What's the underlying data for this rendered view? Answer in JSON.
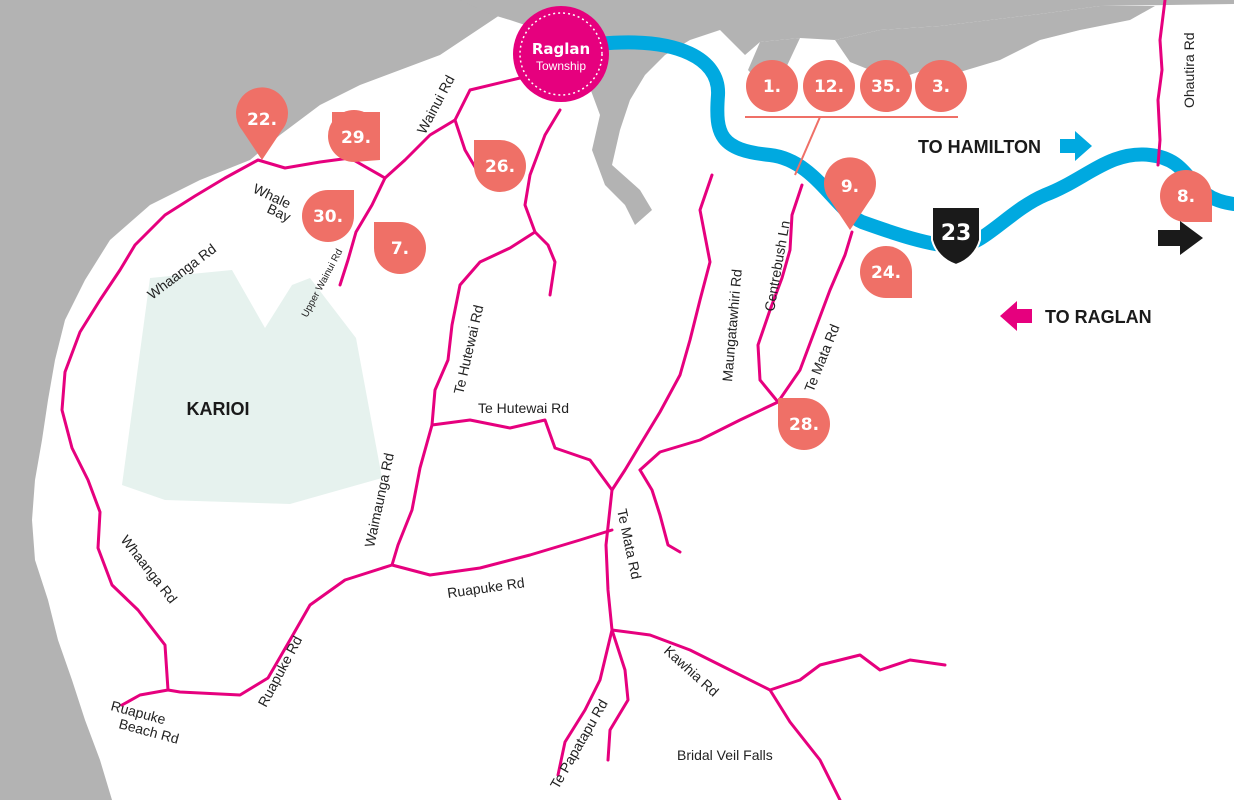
{
  "colors": {
    "sea": "#b3b3b3",
    "land": "#ffffff",
    "road": "#e6007e",
    "highway": "#00a9e0",
    "marker": "#ef7067",
    "park": "#e6f2ee",
    "highway_shield": "#1a1a1a"
  },
  "town": {
    "title": "Raglan",
    "subtitle": "Township"
  },
  "area_label": "KARIOI",
  "highway_number": "23",
  "directions": {
    "to_hamilton": "TO HAMILTON",
    "to_raglan": "TO RAGLAN"
  },
  "markers": {
    "m1": "1.",
    "m12": "12.",
    "m35": "35.",
    "m3": "3.",
    "m22": "22.",
    "m29": "29.",
    "m26": "26.",
    "m30": "30.",
    "m7": "7.",
    "m9": "9.",
    "m24": "24.",
    "m28": "28.",
    "m8": "8."
  },
  "roads": {
    "wainui": "Wainui Rd",
    "whale_bay_1": "Whale",
    "whale_bay_2": "Bay",
    "whaanga_north": "Whaanga Rd",
    "upper_wainui": "Upper Wainui Rd",
    "te_hutewai_v": "Te Hutewai Rd",
    "te_hutewai_h": "Te Hutewai Rd",
    "maungatawhiri": "Maungatawhiri Rd",
    "centrebush": "Centrebush Ln",
    "te_mata_ne": "Te Mata Rd",
    "te_mata_s": "Te Mata Rd",
    "waimaunga": "Waimaunga Rd",
    "whaanga_south": "Whaanga Rd",
    "ruapuke": "Ruapuke Rd",
    "ruapuke_sw": "Ruapuke Rd",
    "ruapuke_beach_1": "Ruapuke",
    "ruapuke_beach_2": "Beach Rd",
    "kawhia": "Kawhia Rd",
    "te_papatapu": "Te Papatapu Rd",
    "bridal_veil": "Bridal Veil Falls",
    "ohautira": "Ohautira Rd"
  }
}
